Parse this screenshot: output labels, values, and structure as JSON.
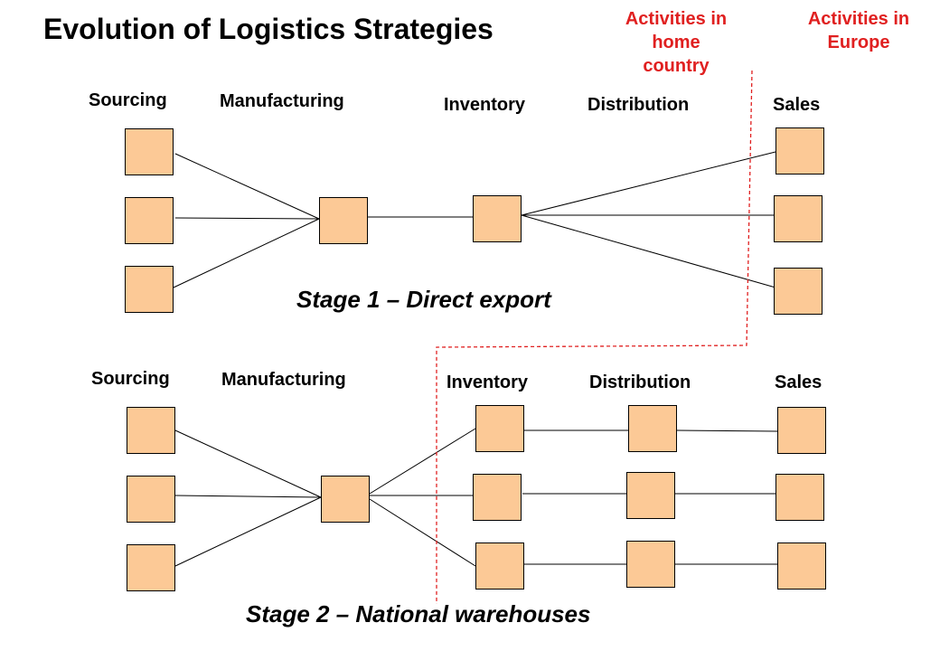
{
  "title": "Evolution of Logistics Strategies",
  "regions": {
    "home": "Activities in home country",
    "europe": "Activities in Europe"
  },
  "columns": {
    "sourcing": "Sourcing",
    "manufacturing": "Manufacturing",
    "inventory": "Inventory",
    "distribution": "Distribution",
    "sales": "Sales"
  },
  "stages": {
    "stage1": "Stage 1 – Direct export",
    "stage2": "Stage 2 – National warehouses"
  },
  "colors": {
    "node_fill": "#fcc996",
    "boundary": "#e02020"
  }
}
